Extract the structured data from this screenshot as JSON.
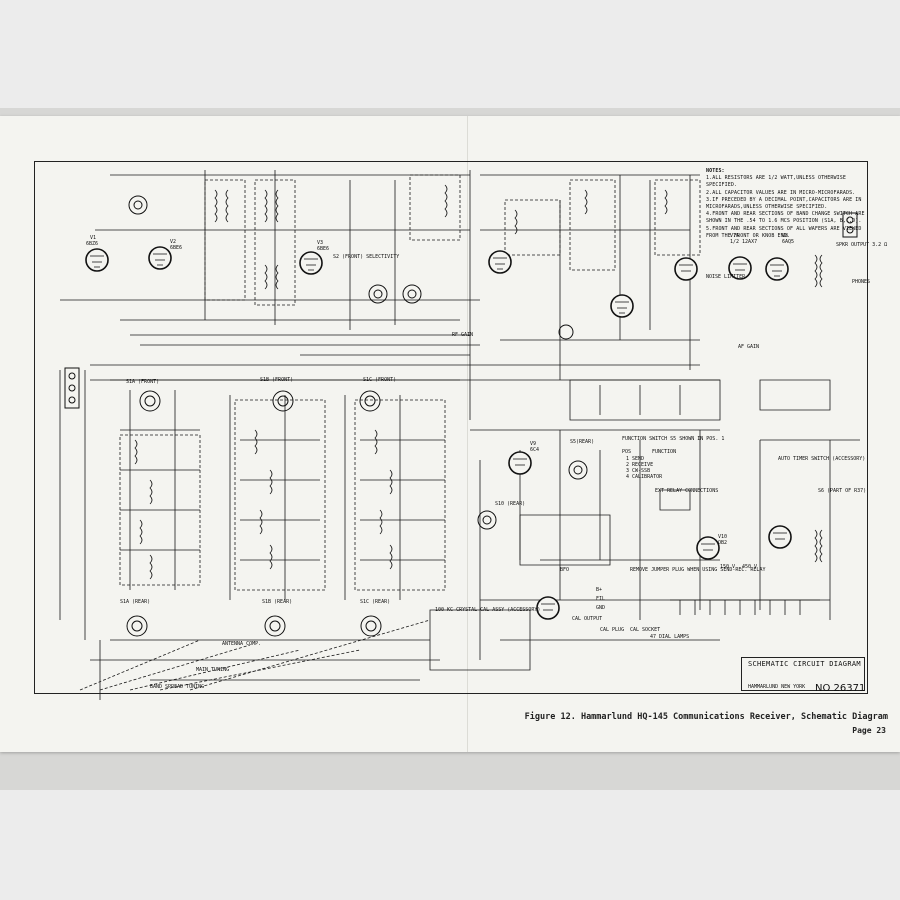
{
  "notes": {
    "heading": "NOTES:",
    "items": [
      "1.ALL RESISTORS ARE 1/2 WATT,UNLESS OTHERWISE SPECIFIED.",
      "2.ALL CAPACITOR VALUES ARE IN MICRO-MICROFARADS.",
      "3.IF PRECEDED BY A DECIMAL POINT,CAPACITORS ARE IN MICROFARADS,UNLESS OTHERWISE SPECIFIED.",
      "4.FRONT AND REAR SECTIONS OF BAND CHANGE SWITCH ARE SHOWN IN THE .54 TO 1.6 MCS POSITION (S1A, B,C,D).",
      "5.FRONT AND REAR SECTIONS OF ALL WAFERS ARE VIEWED FROM THE FRONT OR KNOB END."
    ]
  },
  "labels": {
    "v1": "V1",
    "v1_type": "6BZ6",
    "v2": "V2",
    "v2_type": "6BE6",
    "v3": "V3",
    "v3_type": "6BE6",
    "v7a": "V7A",
    "v7a_type": "1/2 12AX7",
    "v8": "V8",
    "v8_type": "6AQ5",
    "v10": "V10",
    "v10_type": "OB2",
    "v9": "V9",
    "v9_type": "6C4",
    "s1a_front": "S1A (FRONT)",
    "s1b_front": "S1B (FRONT)",
    "s1c_front": "S1C (FRONT)",
    "s1a_rear": "S1A (REAR)",
    "s1b_rear": "S1B (REAR)",
    "s1c_rear": "S1C (REAR)",
    "s10_rear": "S10 (REAR)",
    "s5_rear": "S5(REAR)",
    "selectivity": "S2 (FRONT) SELECTIVITY",
    "noise_limiter": "NOISE LIMITER",
    "af_gain": "AF GAIN",
    "rf_gain": "RF GAIN",
    "antenna": "ANTENNA COMP.",
    "main_tuning": "MAIN TUNING",
    "band_spread": "BAND SPREAD TUNING",
    "function_switch": "FUNCTION SWITCH S5 SHOWN IN POS. 1",
    "pos": "POS",
    "function": "FUNCTION",
    "func_items": [
      "1  SEND",
      "2  RECEIVE",
      "3  CW-SSB",
      "4  CALIBRATOR"
    ],
    "ext_relay": "EXT RELAY CONNECTIONS",
    "remove_jumper": "REMOVE JUMPER PLUG WHEN USING SEND-REC. RELAY",
    "auto_timer": "AUTO TIMER SWITCH (ACCESSORY)",
    "crystal": "100 KC CRYSTAL CAL ASSY (ACCESSORY)",
    "dial_lamps": "47 DIAL LAMPS",
    "cal_plug": "CAL PLUG",
    "cal_socket": "CAL SOCKET",
    "cal_output": "CAL OUTPUT",
    "fil": "FIL",
    "gnd": "GND",
    "b_plus": "B+",
    "phones": "PHONES",
    "spkr": "SPKR OUTPUT 3.2 Ω",
    "bfo": "BFO",
    "s6": "S6 (PART OF R37)",
    "volts": [
      "150 V",
      "450 V"
    ]
  },
  "title_block": {
    "title": "SCHEMATIC CIRCUIT DIAGRAM",
    "manufacturer": "HAMMARLUND NEW YORK",
    "number": "NO 26371"
  },
  "caption": "Figure 12. Hammarlund HQ-145 Communications Receiver, Schematic Diagram",
  "page": "Page 23"
}
